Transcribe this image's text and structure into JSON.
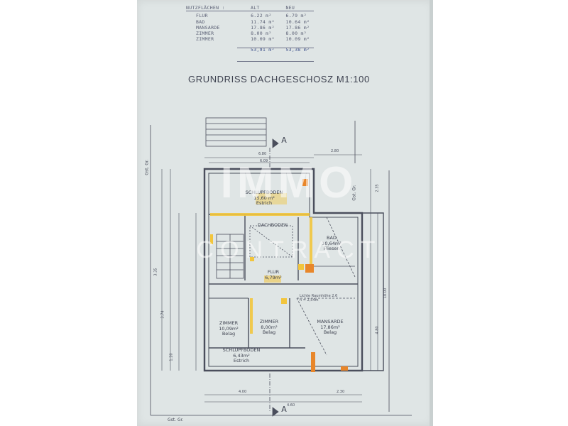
{
  "area_table": {
    "header": {
      "col1": "NUTZFLÄCHEN :",
      "col2": "ALT",
      "col3": "NEU"
    },
    "rows": [
      {
        "name": "FLUR",
        "alt": "6.22 m²",
        "neu": "6.79 m²"
      },
      {
        "name": "BAD",
        "alt": "11.74 m²",
        "neu": "10.64 m²"
      },
      {
        "name": "MANSARDE",
        "alt": "17.86 m²",
        "neu": "17.86 m²"
      },
      {
        "name": "ZIMMER",
        "alt": "8.00 m²",
        "neu": "8.00 m²"
      },
      {
        "name": "ZIMMER",
        "alt": "10.09 m²",
        "neu": "10.09 m²"
      }
    ],
    "total": {
      "alt": "53,91 m²",
      "neu": "53,38 m²"
    }
  },
  "title": "GRUNDRISS DACHGESCHOSZ M1:100",
  "rooms": {
    "schlupfboden_top": "SCHLUPFBODEN",
    "schlupfboden_top_area": "15,60 m²",
    "schlupfboden_top_floor": "Estrich",
    "dachboden": "DACHBODEN",
    "bad": "BAD",
    "bad_area": "10,64m²",
    "bad_floor": "Fliesen",
    "flur": "FLUR",
    "flur_area": "6,79m²",
    "zimmer1": "ZIMMER",
    "zimmer1_area": "10,09m²",
    "zimmer1_floor": "Belag",
    "zimmer2": "ZIMMER",
    "zimmer2_area": "8,00m²",
    "zimmer2_floor": "Belag",
    "mansarde": "MANSARDE",
    "mansarde_area": "17,86m²",
    "mansarde_floor": "Belag",
    "schlupfboden_bottom": "SCHLUPFBODEN",
    "schlupfboden_bottom_area": "6,43m²",
    "schlupfboden_bottom_floor": "Estrich",
    "lichte_raumhoehe": "Lichte Raumhöhe 2.6",
    "lichte_raumhoehe_value": "h = 2,54m"
  },
  "section_marker": "A",
  "dimensions": {
    "top_total": "6.80",
    "top_inner": "6.09",
    "top_right": "2.80",
    "bottom_left": "4.00",
    "bottom_right": "2.30",
    "bottom_total": "4.60",
    "right_1": "2.35",
    "right_2": "10.00",
    "right_3": "4.80",
    "left_1": "3.35",
    "left_2": "3.74",
    "left_3": "1.20"
  },
  "ground_labels": {
    "left_vertical": "Gst. Gr.",
    "bottom_left": "Gst. Gr.",
    "right_vertical": "Gst. Gr."
  },
  "watermark": {
    "line1": "IMMO",
    "line2": "CONTRACT"
  },
  "colors": {
    "paper": "#dfe5e5",
    "line": "#4a4e5c",
    "accent_yellow": "#f2c53d",
    "accent_orange": "#e8862a",
    "blue_pen": "#3c4f8a"
  }
}
